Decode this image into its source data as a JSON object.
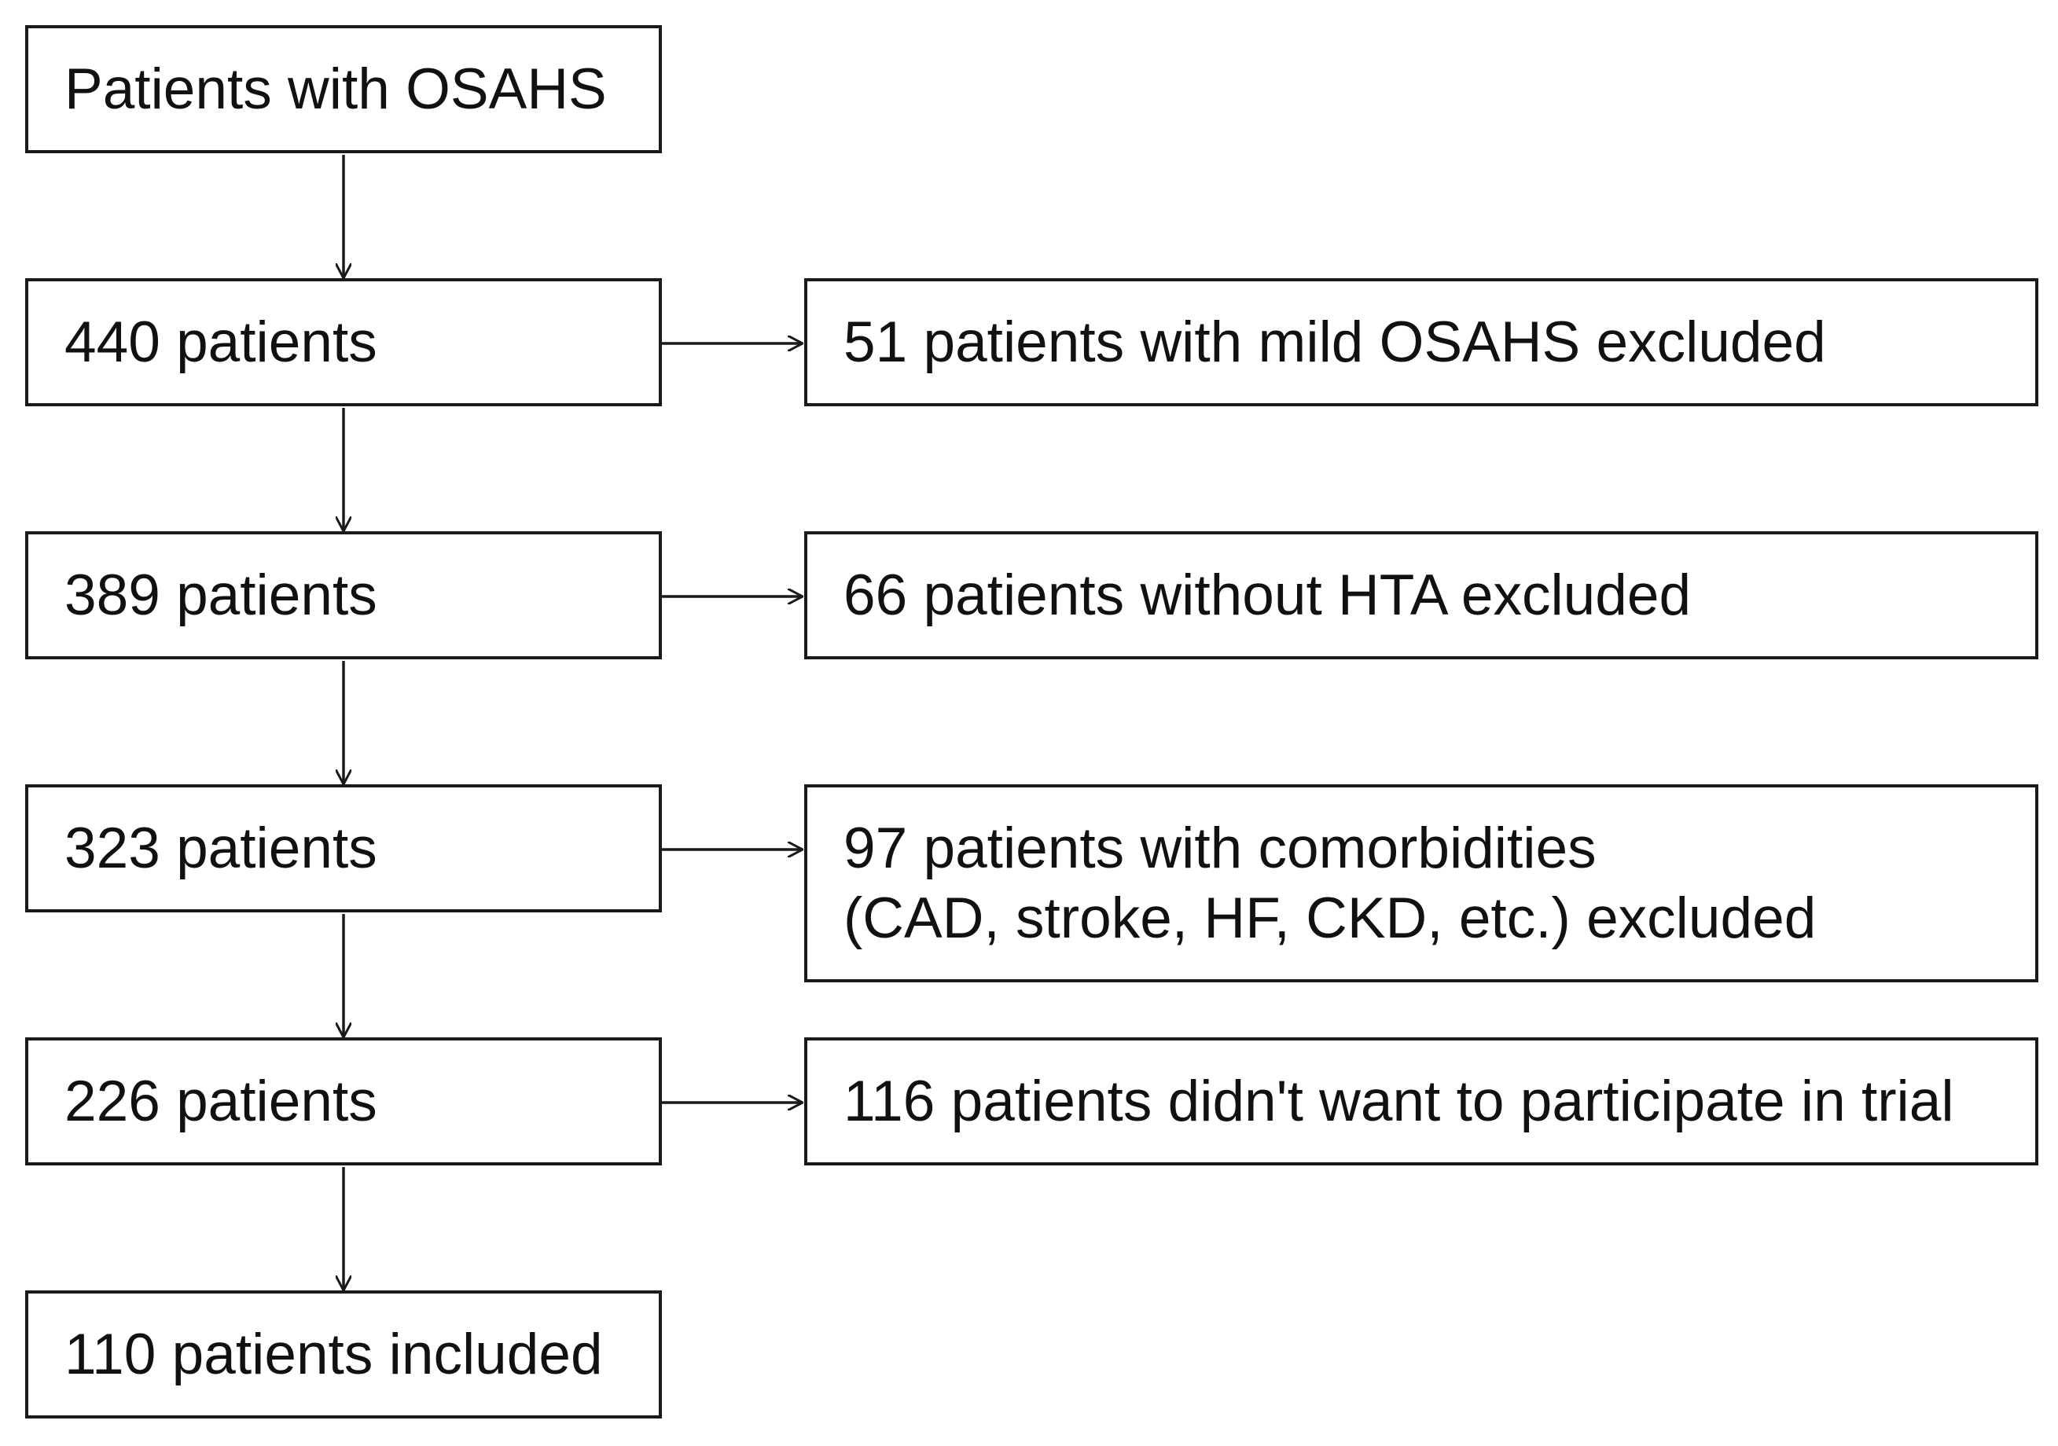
{
  "flowchart": {
    "main_steps": [
      {
        "label": "Patients with OSAHS"
      },
      {
        "label": "440 patients"
      },
      {
        "label": "389 patients"
      },
      {
        "label": "323 patients"
      },
      {
        "label": "226 patients"
      },
      {
        "label": "110 patients included"
      }
    ],
    "exclusions": [
      {
        "lines": [
          "51 patients with mild OSAHS excluded"
        ]
      },
      {
        "lines": [
          "66 patients without HTA excluded"
        ]
      },
      {
        "lines": [
          "97 patients with comorbidities",
          "(CAD, stroke, HF, CKD, etc.) excluded"
        ]
      },
      {
        "lines": [
          "116 patients didn't want to participate in trial"
        ]
      }
    ]
  }
}
